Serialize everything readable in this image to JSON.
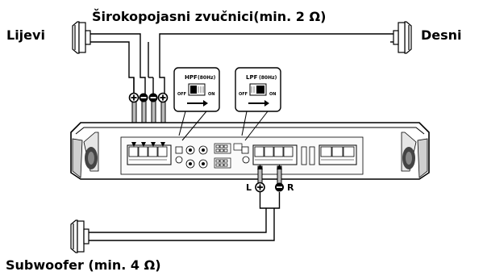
{
  "labels": {
    "top_title": "Širokopojasni zvučnici(min. 2 Ω)",
    "left": "Lijevi",
    "right": "Desni",
    "bottom": "Subwoofer (min. 4 Ω)",
    "sub_left": "L",
    "sub_right": "R"
  },
  "switches": {
    "hpf": {
      "title": "HPF",
      "freq": "(80Hz)",
      "off": "OFF",
      "on": "ON"
    },
    "lpf": {
      "title": "LPF",
      "freq": "(80Hz)",
      "off": "OFF",
      "on": "ON"
    }
  }
}
